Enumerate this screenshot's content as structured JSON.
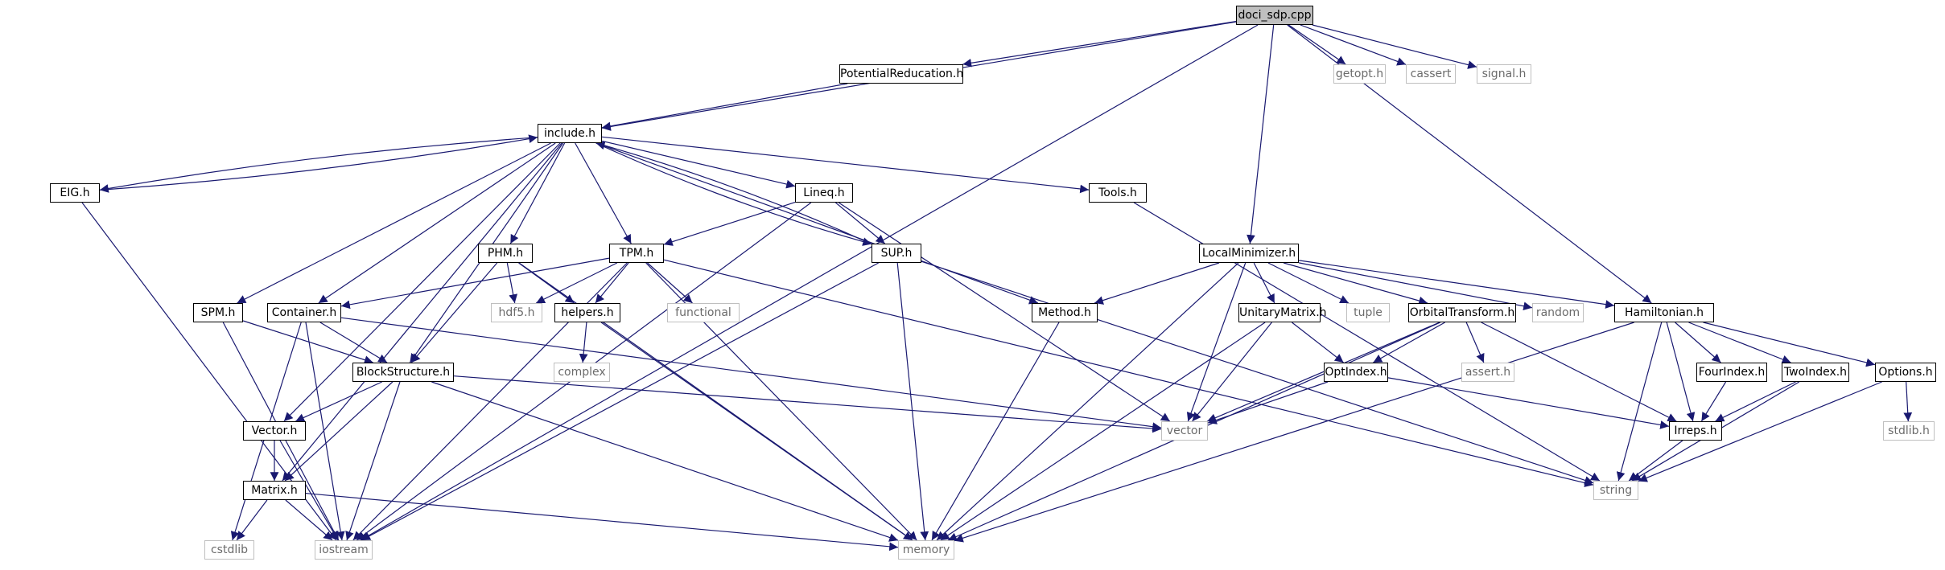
{
  "graph": {
    "title": "doci_sdp.cpp",
    "colors": {
      "edge": "#191970",
      "local_border": "#000000",
      "system_border": "#bfbfbf",
      "root_fill": "#bfbfbf"
    },
    "nodes": {
      "doci_sdp": "doci_sdp.cpp",
      "getopt": "getopt.h",
      "cassert": "cassert",
      "signal": "signal.h",
      "potred": "PotentialReducation.h",
      "include": "include.h",
      "eig": "EIG.h",
      "lineq": "Lineq.h",
      "tools": "Tools.h",
      "localmin": "LocalMinimizer.h",
      "phm": "PHM.h",
      "tpm": "TPM.h",
      "sup": "SUP.h",
      "spm": "SPM.h",
      "container": "Container.h",
      "hdf5": "hdf5.h",
      "helpers": "helpers.h",
      "functional": "functional",
      "method": "Method.h",
      "unitary": "UnitaryMatrix.h",
      "tuple": "tuple",
      "orbital": "OrbitalTransform.h",
      "random": "random",
      "hamiltonian": "Hamiltonian.h",
      "complex": "complex",
      "blockstructure": "BlockStructure.h",
      "assert": "assert.h",
      "optindex": "OptIndex.h",
      "fourindex": "FourIndex.h",
      "twoindex": "TwoIndex.h",
      "options": "Options.h",
      "vector_h": "Vector.h",
      "vector": "vector",
      "irreps": "Irreps.h",
      "stdlib": "stdlib.h",
      "matrix": "Matrix.h",
      "string": "string",
      "cstdlib": "cstdlib",
      "iostream": "iostream",
      "memory": "memory"
    },
    "edges": [
      [
        "doci_sdp",
        "getopt"
      ],
      [
        "doci_sdp",
        "cassert"
      ],
      [
        "doci_sdp",
        "signal"
      ],
      [
        "doci_sdp",
        "potred"
      ],
      [
        "doci_sdp",
        "include"
      ],
      [
        "doci_sdp",
        "iostream"
      ],
      [
        "doci_sdp",
        "localmin"
      ],
      [
        "doci_sdp",
        "hamiltonian"
      ],
      [
        "potred",
        "include"
      ],
      [
        "include",
        "eig"
      ],
      [
        "include",
        "lineq"
      ],
      [
        "include",
        "tools"
      ],
      [
        "include",
        "phm"
      ],
      [
        "include",
        "tpm"
      ],
      [
        "include",
        "sup"
      ],
      [
        "include",
        "spm"
      ],
      [
        "include",
        "container"
      ],
      [
        "include",
        "method"
      ],
      [
        "include",
        "blockstructure"
      ],
      [
        "include",
        "vector_h"
      ],
      [
        "include",
        "matrix"
      ],
      [
        "eig",
        "include"
      ],
      [
        "eig",
        "iostream"
      ],
      [
        "lineq",
        "tpm"
      ],
      [
        "lineq",
        "sup"
      ],
      [
        "lineq",
        "vector"
      ],
      [
        "lineq",
        "iostream"
      ],
      [
        "tools",
        "string"
      ],
      [
        "sup",
        "include"
      ],
      [
        "sup",
        "iostream"
      ],
      [
        "sup",
        "memory"
      ],
      [
        "sup",
        "string"
      ],
      [
        "phm",
        "hdf5"
      ],
      [
        "phm",
        "helpers"
      ],
      [
        "phm",
        "blockstructure"
      ],
      [
        "phm",
        "memory"
      ],
      [
        "tpm",
        "container"
      ],
      [
        "tpm",
        "hdf5"
      ],
      [
        "tpm",
        "helpers"
      ],
      [
        "tpm",
        "functional"
      ],
      [
        "tpm",
        "iostream"
      ],
      [
        "tpm",
        "memory"
      ],
      [
        "tpm",
        "string"
      ],
      [
        "helpers",
        "complex"
      ],
      [
        "helpers",
        "memory"
      ],
      [
        "spm",
        "blockstructure"
      ],
      [
        "spm",
        "iostream"
      ],
      [
        "container",
        "blockstructure"
      ],
      [
        "container",
        "vector"
      ],
      [
        "container",
        "iostream"
      ],
      [
        "container",
        "cstdlib"
      ],
      [
        "blockstructure",
        "vector_h"
      ],
      [
        "blockstructure",
        "matrix"
      ],
      [
        "blockstructure",
        "vector"
      ],
      [
        "blockstructure",
        "iostream"
      ],
      [
        "blockstructure",
        "memory"
      ],
      [
        "vector_h",
        "matrix"
      ],
      [
        "vector_h",
        "iostream"
      ],
      [
        "matrix",
        "iostream"
      ],
      [
        "matrix",
        "cstdlib"
      ],
      [
        "matrix",
        "memory"
      ],
      [
        "localmin",
        "method"
      ],
      [
        "localmin",
        "unitary"
      ],
      [
        "localmin",
        "tuple"
      ],
      [
        "localmin",
        "orbital"
      ],
      [
        "localmin",
        "random"
      ],
      [
        "localmin",
        "hamiltonian"
      ],
      [
        "localmin",
        "vector"
      ],
      [
        "localmin",
        "memory"
      ],
      [
        "method",
        "memory"
      ],
      [
        "unitary",
        "optindex"
      ],
      [
        "unitary",
        "vector"
      ],
      [
        "unitary",
        "memory"
      ],
      [
        "orbital",
        "optindex"
      ],
      [
        "orbital",
        "assert"
      ],
      [
        "orbital",
        "irreps"
      ],
      [
        "orbital",
        "vector"
      ],
      [
        "orbital",
        "memory"
      ],
      [
        "optindex",
        "vector"
      ],
      [
        "optindex",
        "irreps"
      ],
      [
        "hamiltonian",
        "fourindex"
      ],
      [
        "hamiltonian",
        "twoindex"
      ],
      [
        "hamiltonian",
        "options"
      ],
      [
        "hamiltonian",
        "irreps"
      ],
      [
        "hamiltonian",
        "string"
      ],
      [
        "hamiltonian",
        "memory"
      ],
      [
        "fourindex",
        "irreps"
      ],
      [
        "twoindex",
        "irreps"
      ],
      [
        "twoindex",
        "string"
      ],
      [
        "options",
        "stdlib"
      ],
      [
        "options",
        "string"
      ],
      [
        "irreps",
        "string"
      ]
    ]
  }
}
